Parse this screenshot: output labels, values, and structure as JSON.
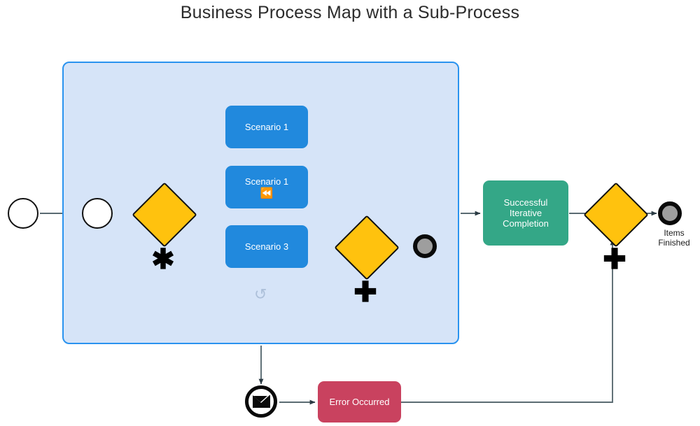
{
  "title": "Business Process Map with a Sub-Process",
  "colors": {
    "subprocess_fill": "#d6e4f8",
    "subprocess_border": "#2a93ef",
    "task_blue": "#2189dd",
    "task_green": "#34a787",
    "task_red": "#c9425f",
    "gateway_fill": "#ffc20e",
    "gateway_border": "#101010",
    "end_event_fill": "#9e9e9e",
    "connector": "#5a6b72",
    "title_text": "#2b2b2b"
  },
  "diagram": {
    "type": "bpmn-process-map",
    "start_event": {
      "name": "start-event-outer",
      "label": ""
    },
    "subprocess": {
      "name": "sub-process-container",
      "label": "",
      "marker": "loop-marker",
      "marker_glyph": "↺",
      "start_event": {
        "name": "start-event-inner",
        "label": ""
      },
      "gateways": [
        {
          "id": "complex-gateway",
          "glyph": "✱",
          "type": "complex"
        },
        {
          "id": "parallel-gateway-inner",
          "glyph": "✚",
          "type": "parallel"
        }
      ],
      "tasks": [
        {
          "id": "task-scenario-1",
          "label": "Scenario 1",
          "marker": ""
        },
        {
          "id": "task-scenario-1-loop",
          "label": "Scenario 1",
          "marker": "⏪"
        },
        {
          "id": "task-scenario-3",
          "label": "Scenario 3",
          "marker": ""
        }
      ],
      "end_event": {
        "name": "end-event-inner",
        "label": ""
      }
    },
    "outer_tasks": [
      {
        "id": "task-successful-iterative-completion",
        "label": "Successful\nIterative\nCompletion",
        "line1": "Successful",
        "line2": "Iterative",
        "line3": "Completion",
        "color": "green"
      },
      {
        "id": "task-error-occurred",
        "label": "Error Occurred",
        "color": "red"
      }
    ],
    "outer_gateway": {
      "id": "parallel-gateway-outer",
      "glyph": "✚",
      "type": "parallel"
    },
    "message_event": {
      "id": "message-boundary-event",
      "glyph": "✉",
      "label": ""
    },
    "final_end_event": {
      "id": "end-event-items-finished",
      "label_line1": "Items",
      "label_line2": "Finished"
    }
  }
}
